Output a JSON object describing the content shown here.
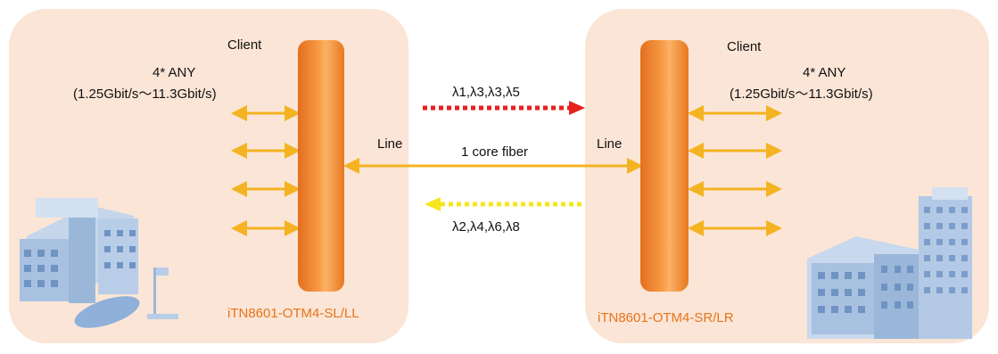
{
  "left_site": {
    "client_label": "Client",
    "rate_title": "4* ANY",
    "rate_range": "(1.25Gbit/s～11.3Gbit/s)",
    "line_label": "Line",
    "model": "iTN8601-OTM4-SL/LL"
  },
  "right_site": {
    "client_label": "Client",
    "rate_title": "4* ANY",
    "rate_range": "(1.25Gbit/s～11.3Gbit/s)",
    "line_label": "Line",
    "model": "iTN8601-OTM4-SR/LR"
  },
  "link": {
    "fiber_label": "1 core fiber",
    "downstream_wavelengths": "λ1,λ3,λ3,λ5",
    "upstream_wavelengths": "λ2,λ4,λ6,λ8"
  },
  "colors": {
    "panel": "#fbe5d6",
    "arrow": "#f4b321",
    "downstream": "#e8201c",
    "upstream": "#f7e51e",
    "model_text": "#e8741a",
    "building": "#9ab7d9"
  }
}
